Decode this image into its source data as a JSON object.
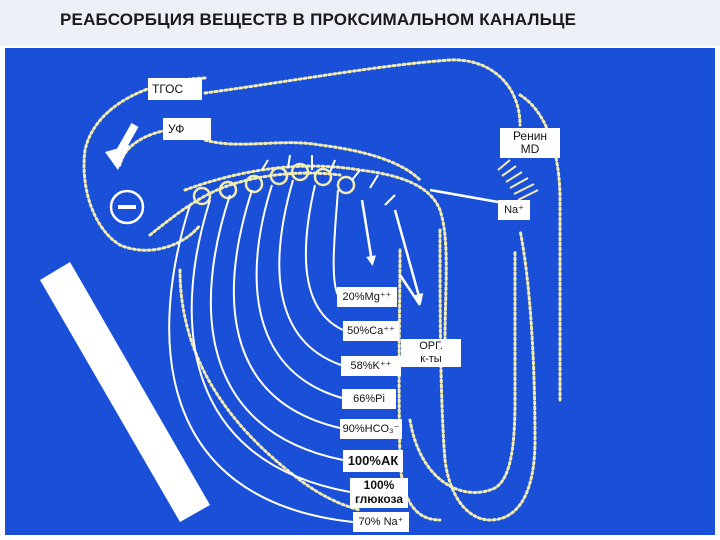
{
  "title": "РЕАБСОРБЦИЯ ВЕЩЕСТВ В ПРОКСИМАЛЬНОМ КАНАЛЬЦЕ",
  "labels": {
    "tgos": "ТГОС",
    "uf": "УФ",
    "renin_line1": "Ренин",
    "renin_line2": "MD",
    "na": "Na⁺",
    "mg": "20%Mg⁺⁺",
    "ca": "50%Ca⁺⁺",
    "org_line1": "ОРГ.",
    "org_line2": "к-ты",
    "k": "58%K⁺⁺",
    "pi": "66%Pi",
    "hco3": "90%HCO₃⁻",
    "ak": "100%АК",
    "glucose_line1": "100%",
    "glucose_line2": "глюкоза",
    "na70": "70% Na⁺"
  },
  "colors": {
    "background": "#1a4fd8",
    "tubule": "#f2ecb0",
    "arrow": "#ffffff",
    "title_bar": "#eef0f8"
  },
  "icons": {
    "minus": "minus-circle-icon",
    "feedback_arrow": "arrow-down-left-icon"
  }
}
